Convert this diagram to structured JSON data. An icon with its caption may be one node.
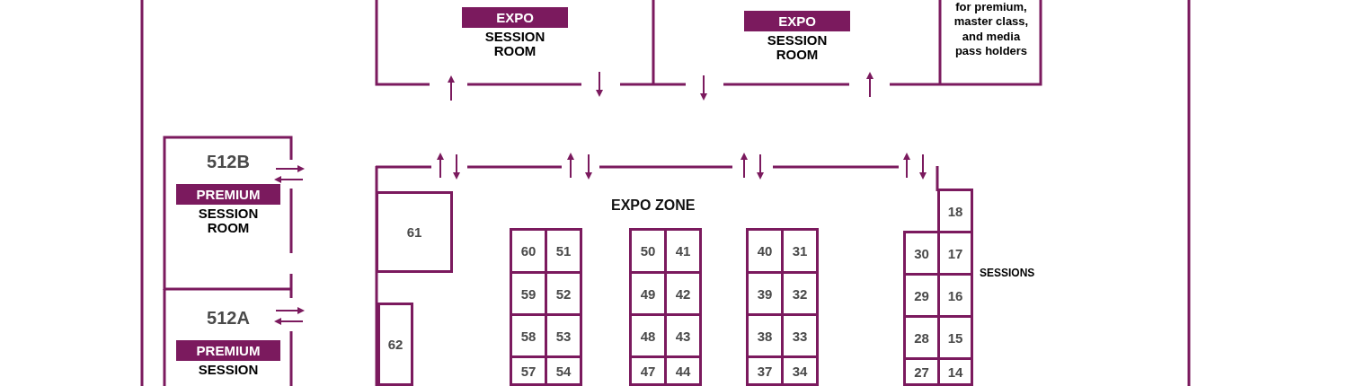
{
  "diagram": {
    "nodes": [
      {
        "text": [
          "EXPO",
          "SESSION ROOM"
        ]
      },
      {
        "text": [
          "EXPO",
          "SESSION ROOM"
        ]
      },
      {
        "text": [
          "for premium, master class, and media pass holders"
        ]
      },
      {
        "text": [
          "512B",
          "PREMIUM",
          "SESSION ROOM"
        ]
      },
      {
        "text": [
          "512A",
          "PREMIUM",
          "SESSION"
        ]
      },
      {
        "text": [
          "EXPO ZONE"
        ]
      },
      {
        "text": [
          "61"
        ],
        "in": 5
      },
      {
        "text": [
          "62"
        ],
        "in": 5
      },
      {
        "text": [
          "60"
        ],
        "in": 5
      },
      {
        "text": [
          "51"
        ],
        "in": 5
      },
      {
        "text": [
          "59"
        ],
        "in": 5
      },
      {
        "text": [
          "52"
        ],
        "in": 5
      },
      {
        "text": [
          "58"
        ],
        "in": 5
      },
      {
        "text": [
          "53"
        ],
        "in": 5
      },
      {
        "text": [
          "57"
        ],
        "in": 5
      },
      {
        "text": [
          "54"
        ],
        "in": 5
      },
      {
        "text": [
          "50"
        ],
        "in": 5
      },
      {
        "text": [
          "41"
        ],
        "in": 5
      },
      {
        "text": [
          "49"
        ],
        "in": 5
      },
      {
        "text": [
          "42"
        ],
        "in": 5
      },
      {
        "text": [
          "48"
        ],
        "in": 5
      },
      {
        "text": [
          "43"
        ],
        "in": 5
      },
      {
        "text": [
          "47"
        ],
        "in": 5
      },
      {
        "text": [
          "44"
        ],
        "in": 5
      },
      {
        "text": [
          "40"
        ],
        "in": 5
      },
      {
        "text": [
          "31"
        ],
        "in": 5
      },
      {
        "text": [
          "39"
        ],
        "in": 5
      },
      {
        "text": [
          "32"
        ],
        "in": 5
      },
      {
        "text": [
          "38"
        ],
        "in": 5
      },
      {
        "text": [
          "33"
        ],
        "in": 5
      },
      {
        "text": [
          "37"
        ],
        "in": 5
      },
      {
        "text": [
          "34"
        ],
        "in": 5
      },
      {
        "text": [
          "18"
        ],
        "in": 5
      },
      {
        "text": [
          "30"
        ],
        "in": 5
      },
      {
        "text": [
          "17"
        ],
        "in": 5
      },
      {
        "text": [
          "29"
        ],
        "in": 5
      },
      {
        "text": [
          "16"
        ],
        "in": 5
      },
      {
        "text": [
          "28"
        ],
        "in": 5
      },
      {
        "text": [
          "15"
        ],
        "in": 5
      },
      {
        "text": [
          "27"
        ],
        "in": 5
      },
      {
        "text": [
          "14"
        ],
        "in": 5
      }
    ],
    "labels": [
      "SESSIONS"
    ]
  }
}
